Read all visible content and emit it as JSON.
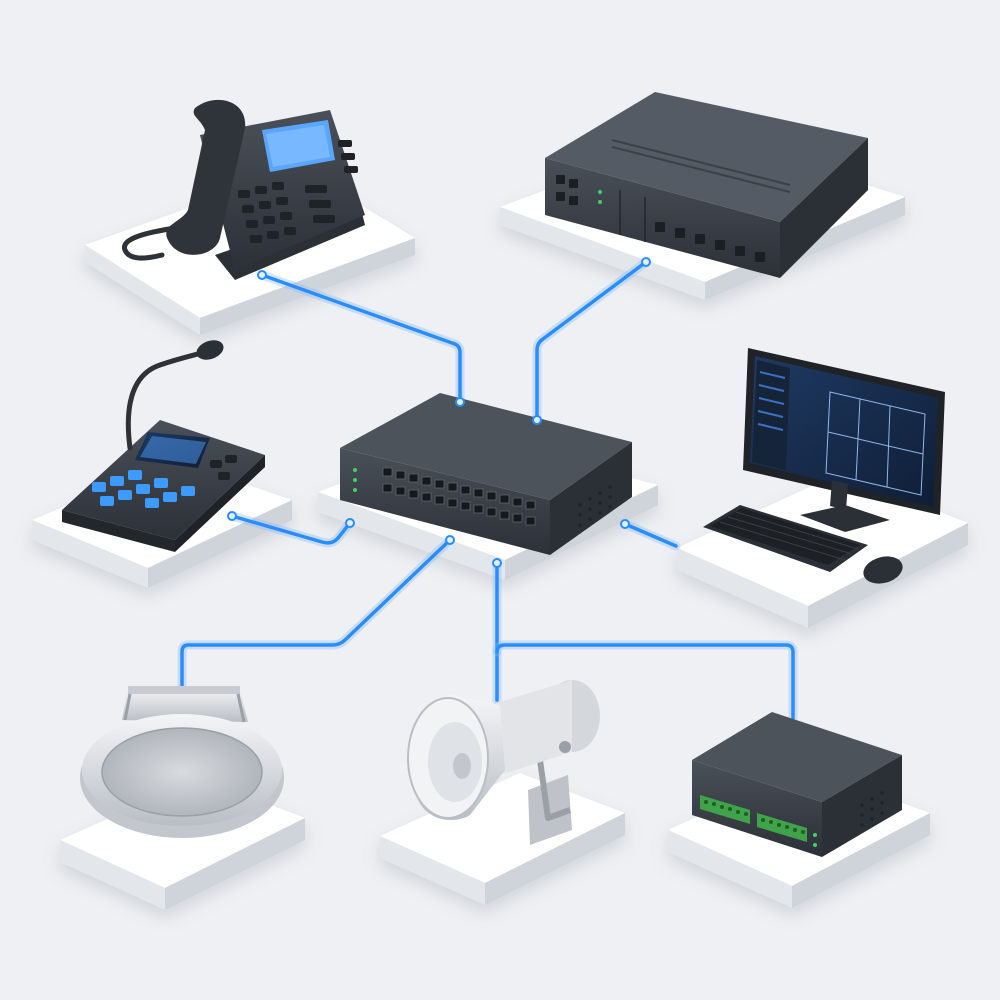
{
  "colors": {
    "background": "#eef0f3",
    "platform_top": "#ffffff",
    "platform_side": "#d9dde3",
    "device_dark": "#3a3f47",
    "device_darker": "#2b2f36",
    "link_blue": "#2b8cff",
    "key_blue": "#3d9bff",
    "terminal_green": "#3fa34a",
    "speaker_silver": "#d6d9dd"
  },
  "nodes": [
    {
      "id": "network-switch",
      "icon": "network-switch-icon"
    },
    {
      "id": "ip-desk-phone",
      "icon": "desk-phone-icon"
    },
    {
      "id": "rack-server",
      "icon": "rack-server-icon"
    },
    {
      "id": "paging-microphone",
      "icon": "paging-microphone-icon"
    },
    {
      "id": "management-workstation",
      "icon": "workstation-monitor-icon"
    },
    {
      "id": "ceiling-speaker",
      "icon": "ceiling-speaker-icon"
    },
    {
      "id": "horn-speaker",
      "icon": "horn-speaker-icon"
    },
    {
      "id": "io-controller",
      "icon": "io-controller-icon"
    }
  ],
  "links": [
    {
      "from": "network-switch",
      "to": "ip-desk-phone"
    },
    {
      "from": "network-switch",
      "to": "rack-server"
    },
    {
      "from": "network-switch",
      "to": "paging-microphone"
    },
    {
      "from": "network-switch",
      "to": "management-workstation"
    },
    {
      "from": "network-switch",
      "to": "ceiling-speaker"
    },
    {
      "from": "network-switch",
      "to": "horn-speaker"
    },
    {
      "from": "network-switch",
      "to": "io-controller"
    }
  ]
}
